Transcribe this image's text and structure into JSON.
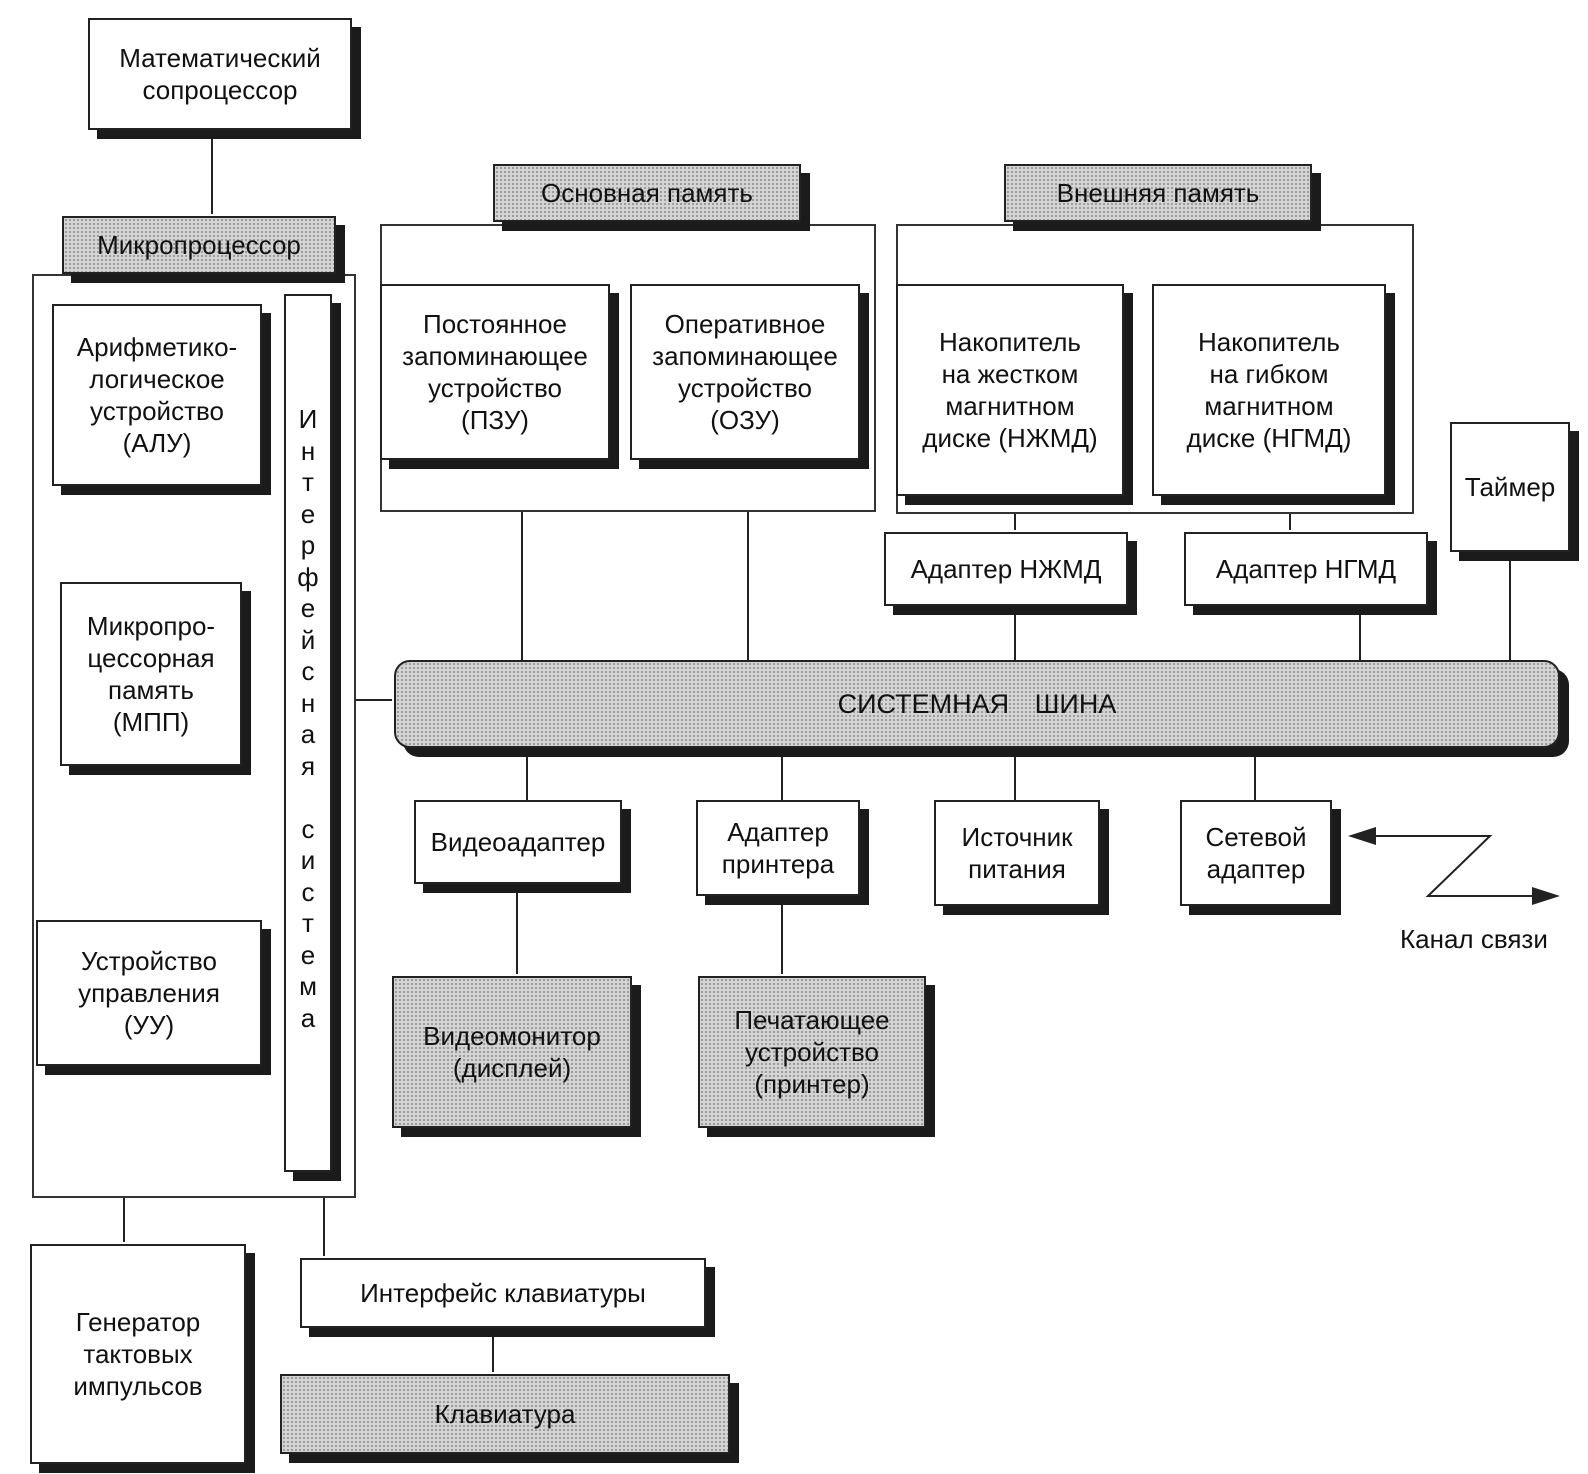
{
  "nodes": {
    "math_coprocessor": "Математический\nсопроцессор",
    "microprocessor": "Микропроцессор",
    "alu": "Арифметико-\nлогическое\nустройство\n(АЛУ)",
    "mpp": "Микропро-\nцессорная\nпамять\n(МПП)",
    "control_unit": "Устройство\nуправления\n(УУ)",
    "interface_system": "Интерфейсная система",
    "main_memory": "Основная память",
    "rom": "Постоянное\nзапоминающее\nустройство\n(ПЗУ)",
    "ram": "Оперативное\nзапоминающее\nустройство\n(ОЗУ)",
    "external_memory": "Внешняя память",
    "hdd": "Накопитель\nна жестком\nмагнитном\nдиске (НЖМД)",
    "fdd": "Накопитель\nна гибком\nмагнитном\nдиске (НГМД)",
    "timer": "Таймер",
    "hdd_adapter": "Адаптер НЖМД",
    "fdd_adapter": "Адаптер НГМД",
    "system_bus": "СИСТЕМНАЯ ШИНА",
    "video_adapter": "Видеоадаптер",
    "printer_adapter": "Адаптер\nпринтера",
    "power_supply": "Источник\nпитания",
    "network_adapter": "Сетевой\nадаптер",
    "comm_channel": "Канал связи",
    "video_monitor": "Видеомонитор\n(дисплей)",
    "printer": "Печатающее\nустройство\n(принтер)",
    "clock_generator": "Генератор\nтактовых\nимпульсов",
    "keyboard_interface": "Интерфейс клавиатуры",
    "keyboard": "Клавиатура"
  }
}
